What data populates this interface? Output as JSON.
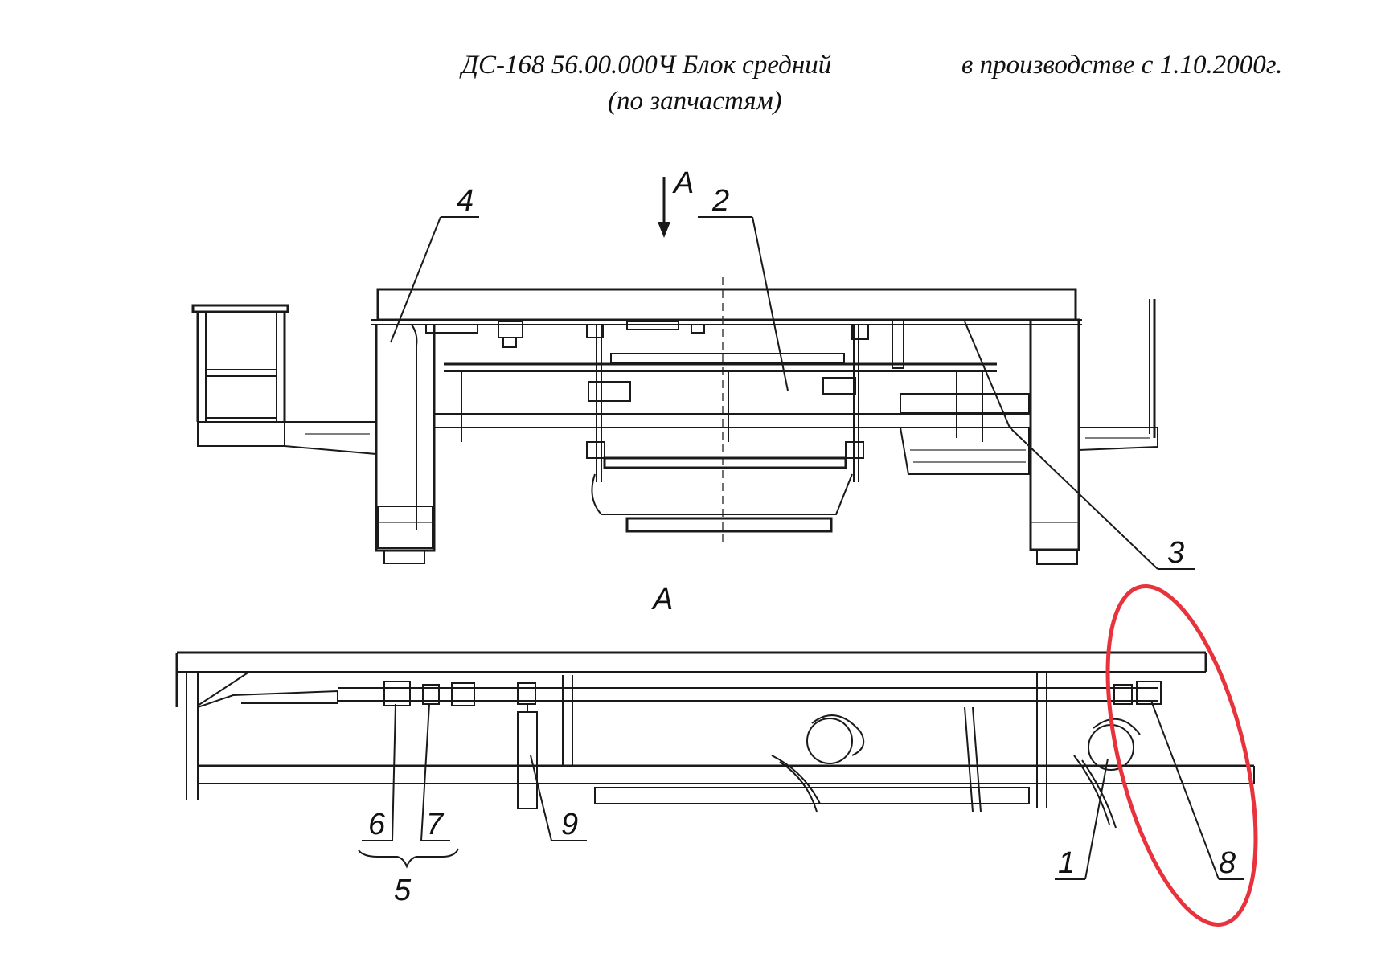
{
  "header": {
    "title": "ДС-168 56.00.000Ч Блок средний",
    "production": "в производстве с 1.10.2000г.",
    "subtitle": "(по запчастям)"
  },
  "view_labels": {
    "arrow_a": "A",
    "section_a": "A"
  },
  "callouts": {
    "c1": "1",
    "c2": "2",
    "c3": "3",
    "c4": "4",
    "c5": "5",
    "c6": "6",
    "c7": "7",
    "c8": "8",
    "c9": "9"
  },
  "highlight": {
    "color": "#e8323c",
    "target": "8"
  }
}
